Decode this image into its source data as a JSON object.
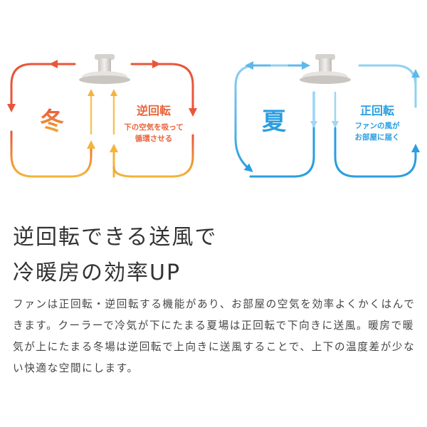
{
  "winter": {
    "season_label": "冬",
    "mode_label": "逆回転",
    "desc_line1": "下の空気を吸って",
    "desc_line2": "循環させる",
    "color_top": "#e8563a",
    "color_bottom": "#f3b43a",
    "text_color": "#e8643a"
  },
  "summer": {
    "season_label": "夏",
    "mode_label": "正回転",
    "desc_line1": "ファンの風が",
    "desc_line2": "お部屋に届く",
    "color_top": "#5fb8ea",
    "color_bottom": "#2a9ee0",
    "text_color": "#2a9ee0"
  },
  "heading": {
    "line1": "逆回転できる送風で",
    "line2": "冷暖房の効率UP"
  },
  "body_text": "ファンは正回転・逆回転する機能があり、お部屋の空気を効率よくかくはんできます。クーラーで冷気が下にたまる夏場は正回転で下向きに送風。暖房で暖気が上にたまる冬場は逆回転で上向きに送風することで、上下の温度差が少ない快適な空間にします。"
}
